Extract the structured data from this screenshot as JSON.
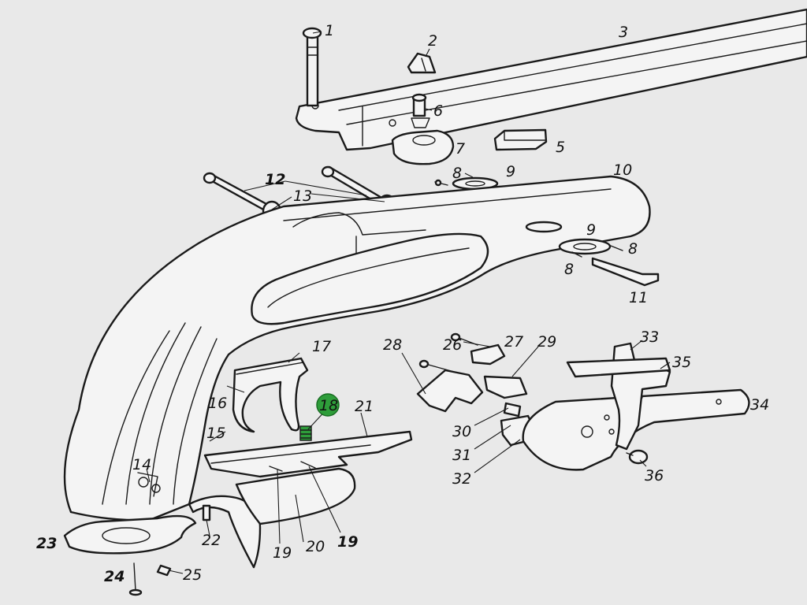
{
  "labels": [
    {
      "id": "p1",
      "text": "1"
    },
    {
      "id": "p2",
      "text": "2"
    },
    {
      "id": "p3",
      "text": "3"
    },
    {
      "id": "p5",
      "text": "5"
    },
    {
      "id": "p6",
      "text": "6"
    },
    {
      "id": "p7",
      "text": "7"
    },
    {
      "id": "p8a",
      "text": "8"
    },
    {
      "id": "p9a",
      "text": "9"
    },
    {
      "id": "p10",
      "text": "10"
    },
    {
      "id": "p12",
      "text": "12"
    },
    {
      "id": "p13",
      "text": "13"
    },
    {
      "id": "p9b",
      "text": "9"
    },
    {
      "id": "p8b",
      "text": "8"
    },
    {
      "id": "p8c",
      "text": "8"
    },
    {
      "id": "p11",
      "text": "11"
    },
    {
      "id": "p14",
      "text": "14"
    },
    {
      "id": "p15",
      "text": "15"
    },
    {
      "id": "p16",
      "text": "16"
    },
    {
      "id": "p17",
      "text": "17"
    },
    {
      "id": "p18",
      "text": "18"
    },
    {
      "id": "p19a",
      "text": "19"
    },
    {
      "id": "p19b",
      "text": "19"
    },
    {
      "id": "p20",
      "text": "20"
    },
    {
      "id": "p21",
      "text": "21"
    },
    {
      "id": "p22",
      "text": "22"
    },
    {
      "id": "p23",
      "text": "23"
    },
    {
      "id": "p24",
      "text": "24"
    },
    {
      "id": "p25",
      "text": "25"
    },
    {
      "id": "p26",
      "text": "26"
    },
    {
      "id": "p27",
      "text": "27"
    },
    {
      "id": "p28",
      "text": "28"
    },
    {
      "id": "p29",
      "text": "29"
    },
    {
      "id": "p30",
      "text": "30"
    },
    {
      "id": "p31",
      "text": "31"
    },
    {
      "id": "p32",
      "text": "32"
    },
    {
      "id": "p33",
      "text": "33"
    },
    {
      "id": "p34",
      "text": "34"
    },
    {
      "id": "p35",
      "text": "35"
    },
    {
      "id": "p36",
      "text": "36"
    }
  ],
  "highlight": {
    "label": "18",
    "color": "#2e9d3a"
  }
}
